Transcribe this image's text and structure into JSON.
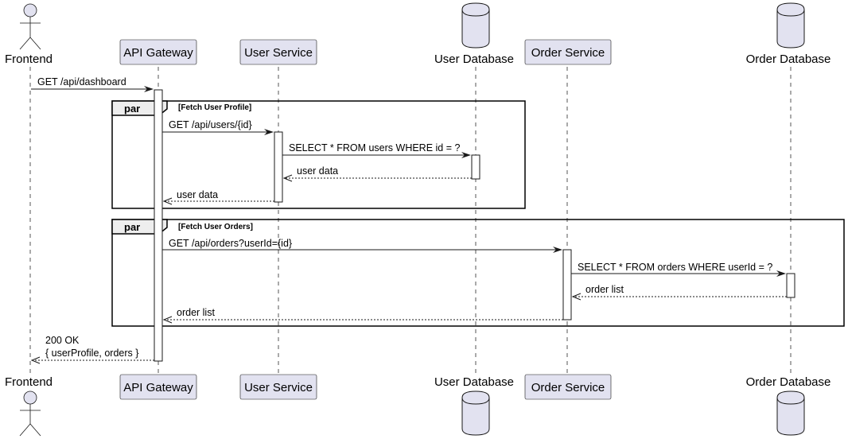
{
  "participants": {
    "frontend": "Frontend",
    "api_gateway": "API Gateway",
    "user_service": "User Service",
    "user_database": "User Database",
    "order_service": "Order Service",
    "order_database": "Order Database"
  },
  "messages": {
    "m1": "GET /api/dashboard",
    "m2": "GET /api/users/{id}",
    "m3": "SELECT * FROM users WHERE id = ?",
    "m4": "user data",
    "m5": "user data",
    "m6": "GET /api/orders?userId={id}",
    "m7": "SELECT * FROM orders WHERE userId = ?",
    "m8": "order list",
    "m9": "order list",
    "m10_line1": "200 OK",
    "m10_line2": "{ userProfile, orders }"
  },
  "fragments": {
    "f1": {
      "keyword": "par",
      "guard": "[Fetch User Profile]"
    },
    "f2": {
      "keyword": "par",
      "guard": "[Fetch User Orders]"
    }
  }
}
